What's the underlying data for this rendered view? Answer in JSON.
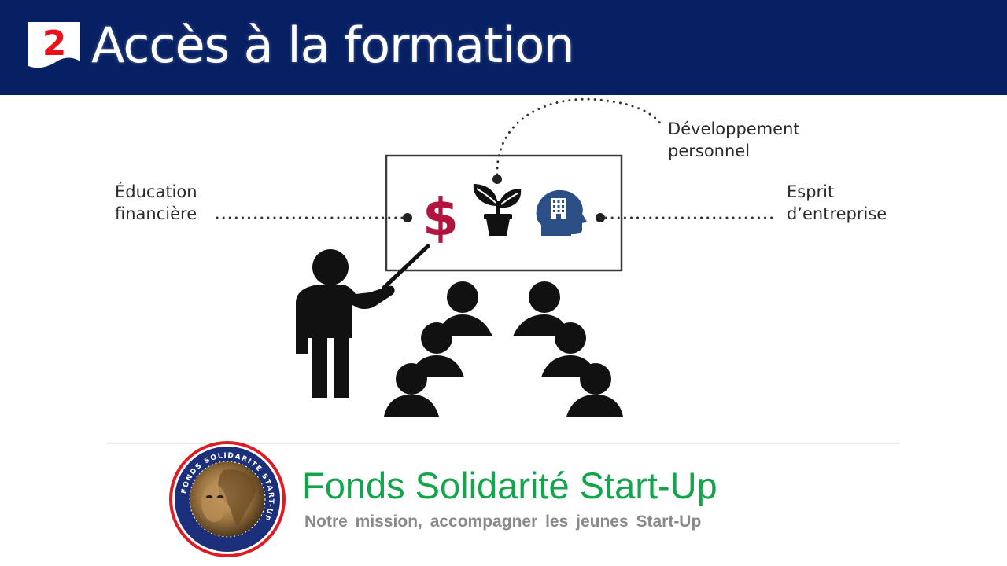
{
  "header": {
    "number": "2",
    "title": "Accès à la formation"
  },
  "diagram": {
    "left_label": [
      "Éducation",
      "financière"
    ],
    "right_label": [
      "Esprit",
      "d’entreprise"
    ],
    "top_label": [
      "Développement",
      "personnel"
    ],
    "icons": [
      "dollar-icon",
      "plant-icon",
      "head-gear-icon",
      "teacher-icon",
      "student-icon"
    ]
  },
  "footer": {
    "org_name": "Fonds Solidarité Start-Up",
    "tagline": "Notre mission, accompagner les jeunes Start-Up",
    "logo_ring_text": "FONDS SOLIDARITE START-UP"
  },
  "colors": {
    "header_bg": "#062063",
    "number_red": "#e8121d",
    "org_green": "#13a54b",
    "tagline_gray": "#8a8a8a",
    "dollar": "#b0143f",
    "head_blue": "#2c4f86"
  }
}
